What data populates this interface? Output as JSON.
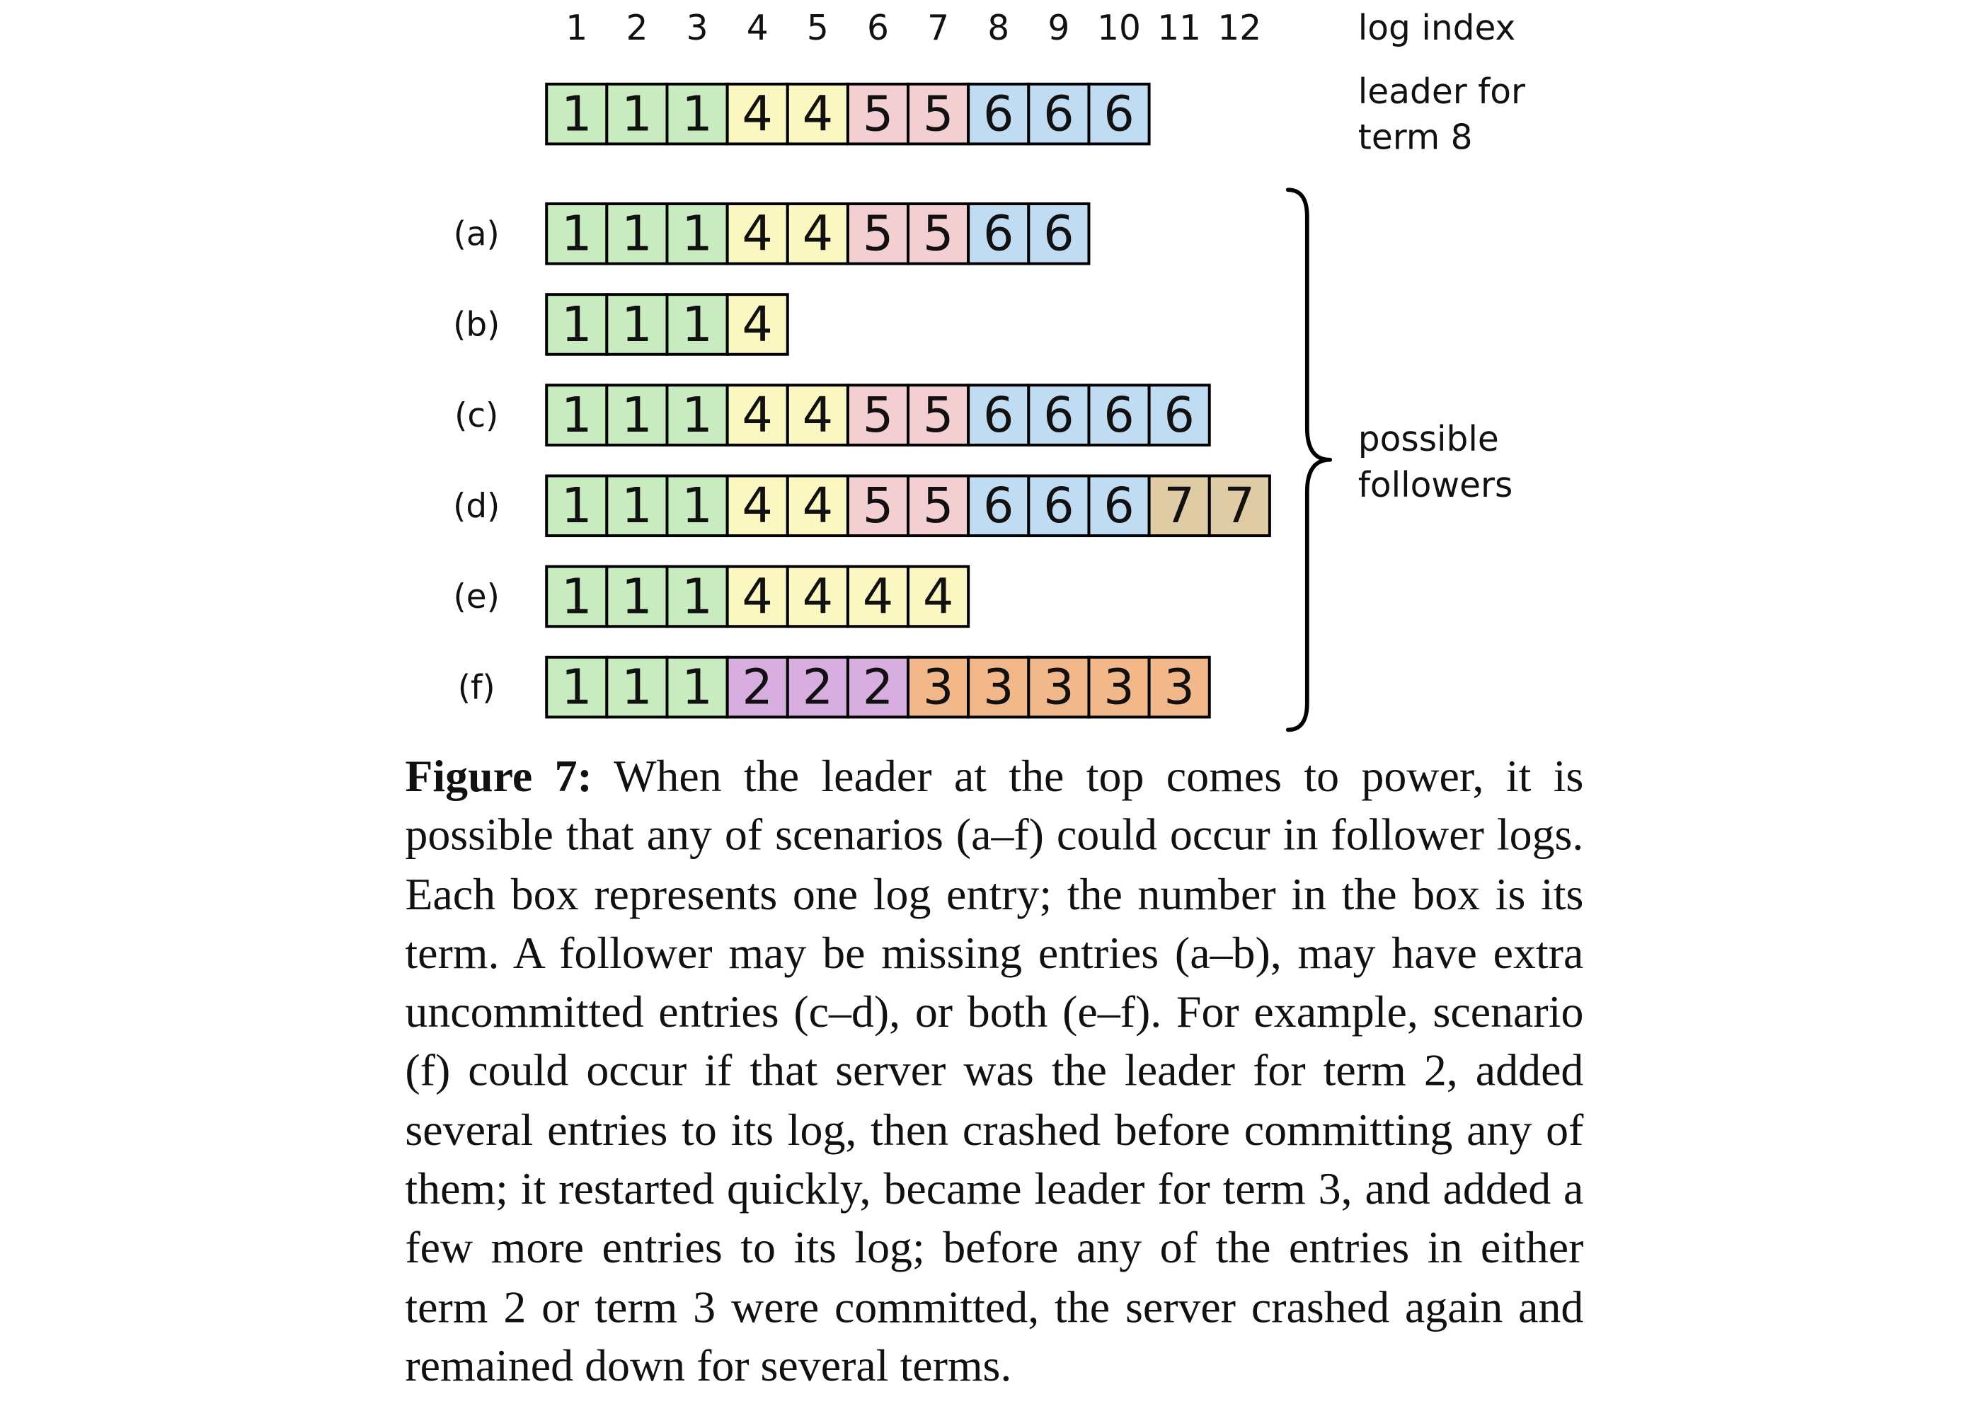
{
  "figure": {
    "index_header": "log index",
    "leader_label": [
      "leader for",
      "term 8"
    ],
    "followers_label": [
      "possible",
      "followers"
    ],
    "term_colors": {
      "1": "#c8ecc0",
      "2": "#d8aee0",
      "3": "#f2b88a",
      "4": "#fbf7c0",
      "5": "#f3cfd2",
      "6": "#c0dcf2",
      "7": "#e0cca4"
    },
    "log_indices": [
      "1",
      "2",
      "3",
      "4",
      "5",
      "6",
      "7",
      "8",
      "9",
      "10",
      "11",
      "12"
    ],
    "leader": {
      "terms": [
        1,
        1,
        1,
        4,
        4,
        5,
        5,
        6,
        6,
        6
      ]
    },
    "followers": [
      {
        "label": "(a)",
        "terms": [
          1,
          1,
          1,
          4,
          4,
          5,
          5,
          6,
          6
        ]
      },
      {
        "label": "(b)",
        "terms": [
          1,
          1,
          1,
          4
        ]
      },
      {
        "label": "(c)",
        "terms": [
          1,
          1,
          1,
          4,
          4,
          5,
          5,
          6,
          6,
          6,
          6
        ]
      },
      {
        "label": "(d)",
        "terms": [
          1,
          1,
          1,
          4,
          4,
          5,
          5,
          6,
          6,
          6,
          7,
          7
        ]
      },
      {
        "label": "(e)",
        "terms": [
          1,
          1,
          1,
          4,
          4,
          4,
          4
        ]
      },
      {
        "label": "(f)",
        "terms": [
          1,
          1,
          1,
          2,
          2,
          2,
          3,
          3,
          3,
          3,
          3
        ]
      }
    ]
  },
  "caption": {
    "figure_number": "Figure 7:",
    "text": "When the leader at the top comes to power, it is possible that any of scenarios (a–f) could occur in follower logs. Each box represents one log entry; the number in the box is its term. A follower may be missing entries (a–b), may have extra uncommitted entries (c–d), or both (e–f). For example, scenario (f) could occur if that server was the leader for term 2, added several entries to its log, then crashed before committing any of them; it restarted quickly, became leader for term 3, and added a few more entries to its log; before any of the entries in either term 2 or term 3 were committed, the server crashed again and remained down for several terms."
  }
}
